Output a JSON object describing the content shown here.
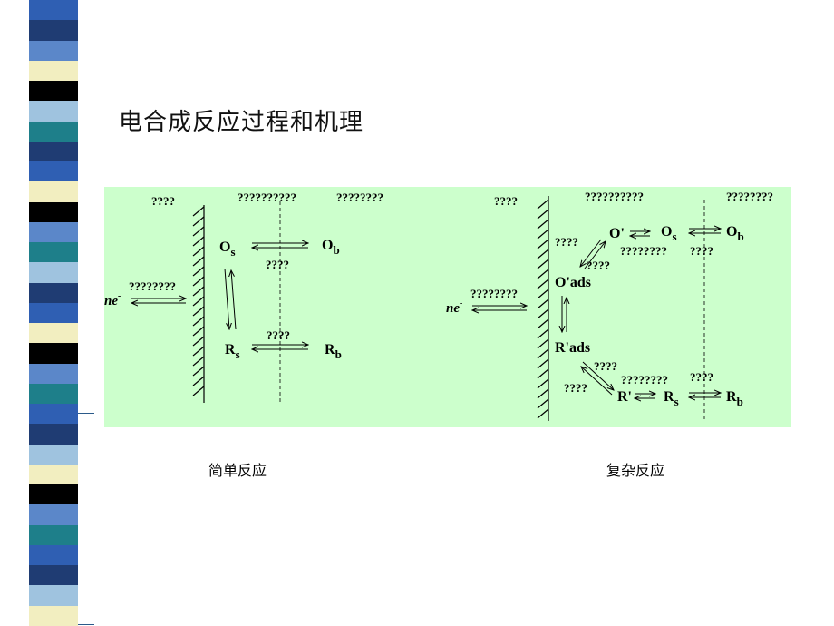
{
  "slide": {
    "title": "电合成反应过程和机理",
    "captions": {
      "simple": "简单反应",
      "complex": "复杂反应"
    }
  },
  "simple": {
    "label_electrode": "????",
    "label_layer": "??????????",
    "label_bulk": "????????",
    "ne": "ne",
    "ne_sup": "-",
    "transfer_label": "????????",
    "os": "O",
    "os_sub": "s",
    "ob": "O",
    "ob_sub": "b",
    "diff_top": "????",
    "rs": "R",
    "rs_sub": "s",
    "rb": "R",
    "rb_sub": "b",
    "diff_bottom": "????"
  },
  "complex": {
    "label_electrode": "????",
    "label_layer": "??????????",
    "label_bulk": "????????",
    "ne": "ne",
    "ne_sup": "-",
    "transfer_label": "????????",
    "o_prime": "O'",
    "os": "O",
    "os_sub": "s",
    "ob": "O",
    "ob_sub": "b",
    "chem_top_mid": "????????",
    "diff_top": "????",
    "ads_left": "????",
    "ads_step": "????",
    "o_ads": "O'ads",
    "r_ads": "R'ads",
    "des_step": "????",
    "des_left": "????",
    "r_prime": "R'",
    "rs": "R",
    "rs_sub": "s",
    "rb": "R",
    "rb_sub": "b",
    "chem_bottom_mid": "????????",
    "diff_bottom": "????"
  },
  "colors": {
    "panel": "#ccffcc",
    "stripes": [
      "#1f3c73",
      "#5b87c9",
      "#f2eec0",
      "#1e7f8a",
      "#000000",
      "#9fc3df",
      "#2f5fb3"
    ]
  }
}
